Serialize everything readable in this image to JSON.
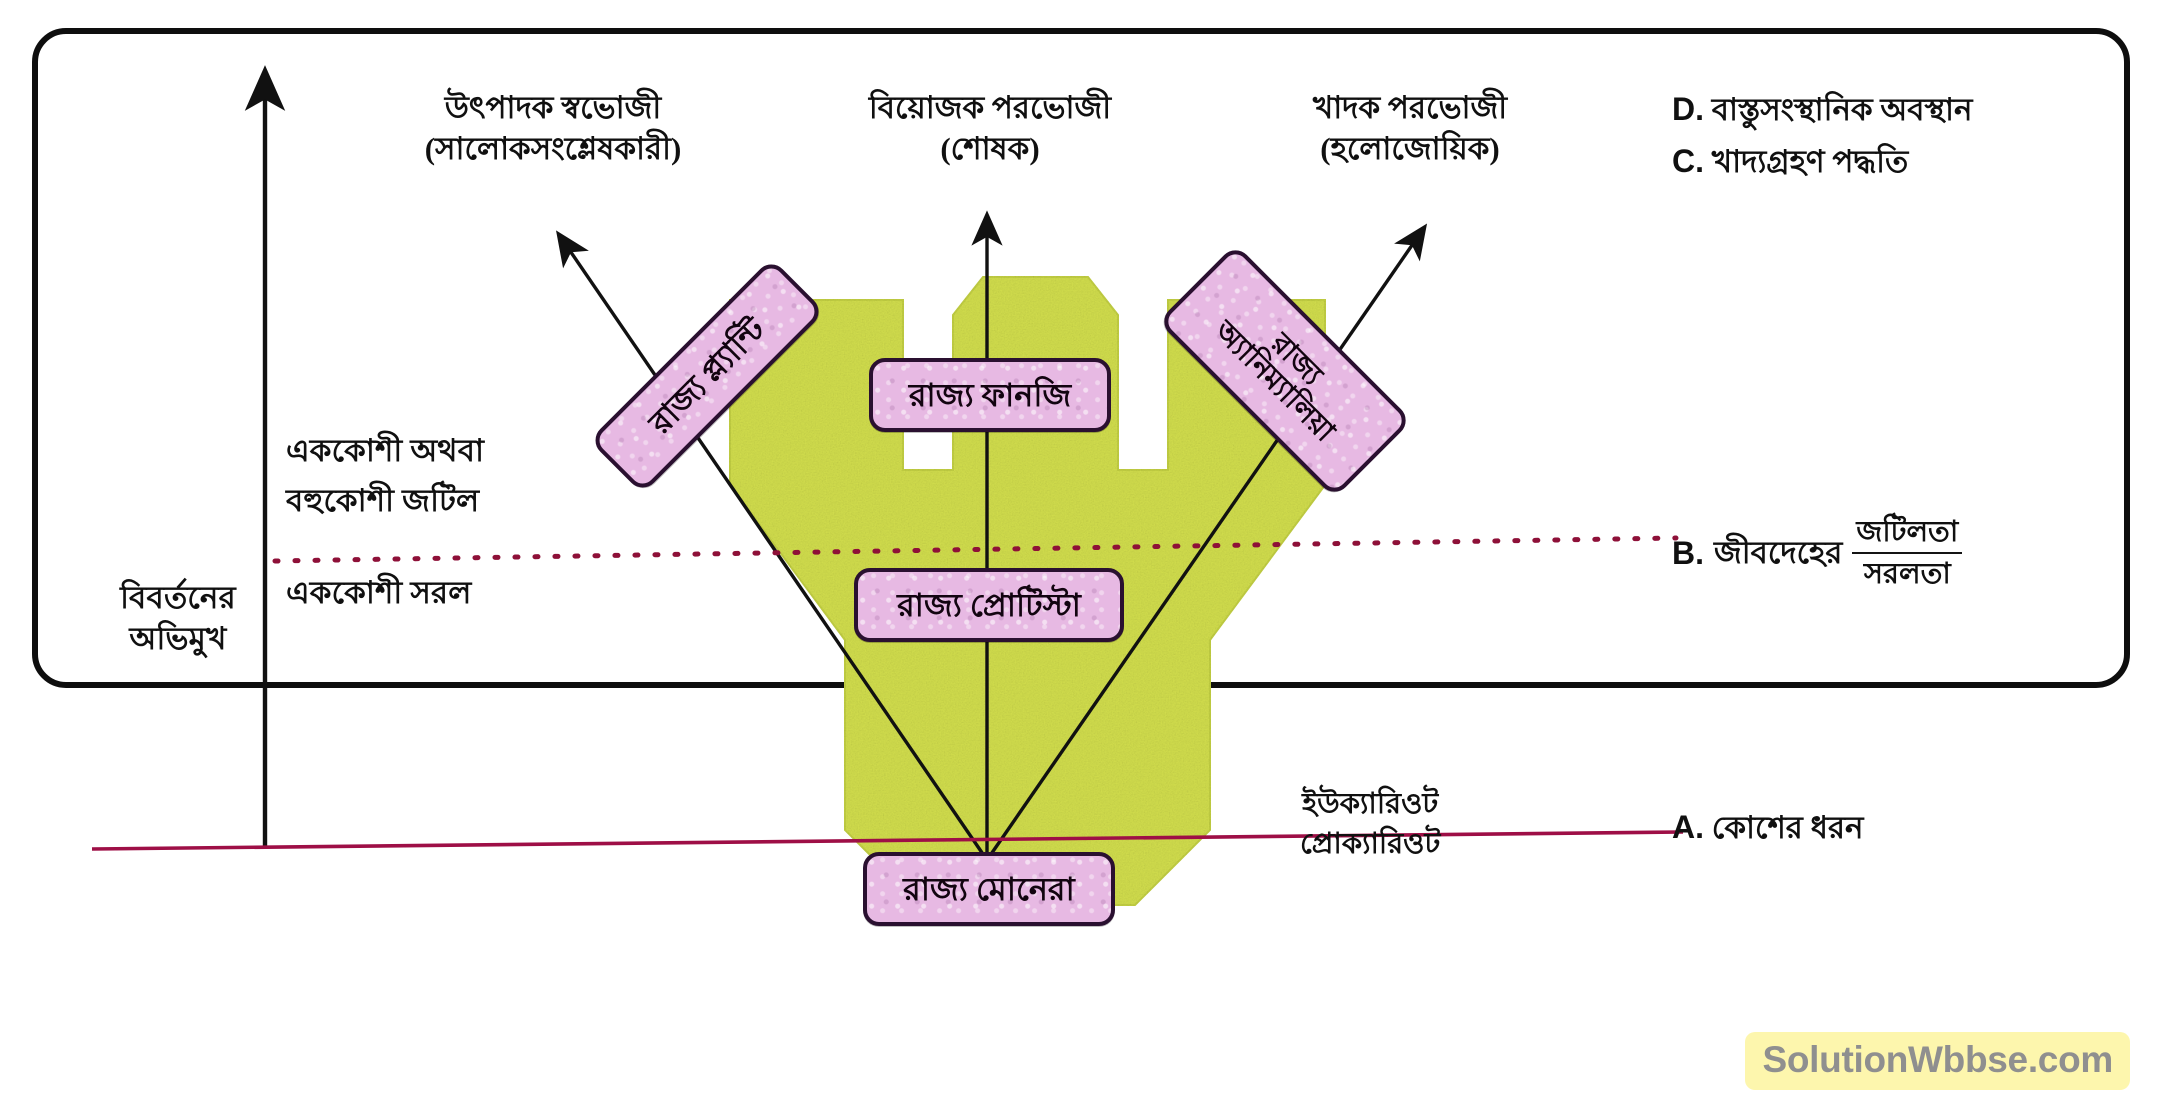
{
  "diagram": {
    "title_columns": [
      {
        "line1": "উৎপাদক স্বভোজী",
        "line2": "(সালোকসংশ্লেষকারী)"
      },
      {
        "line1": "বিয়োজক পরভোজী",
        "line2": "(শোষক)"
      },
      {
        "line1": "খাদক পরভোজী",
        "line2": "(হলোজোয়িক)"
      }
    ],
    "legend_top": [
      {
        "marker": "D.",
        "label": "বাস্তুসংস্থানিক অবস্থান"
      },
      {
        "marker": "C.",
        "label": "খাদ্যগ্রহণ পদ্ধতি"
      }
    ],
    "legend_b": {
      "marker": "B.",
      "label": "জীবদেহের",
      "frac_top": "জটিলতা",
      "frac_bottom": "সরলতা"
    },
    "legend_a": {
      "marker": "A.",
      "label": "কোশের ধরন",
      "frac_top": "ইউক্যারিওট",
      "frac_bottom": "প্রোক্যারিওট"
    },
    "y_axis_label": {
      "line1": "বিবর্তনের",
      "line2": "অভিমুখ"
    },
    "left_tiers": {
      "upper_line1": "এককোশী অথবা",
      "upper_line2": "বহুকোশী জটিল",
      "lower": "এককোশী সরল"
    },
    "kingdoms": [
      {
        "name": "রাজ্য প্ল্যান্টি",
        "id": "plantae"
      },
      {
        "name": "রাজ্য ফানজি",
        "id": "fungi"
      },
      {
        "name": "রাজ্য অ্যানিম্যালিয়া",
        "id": "animalia",
        "line1": "রাজ্য",
        "line2": "অ্যানিম্যালিয়া"
      },
      {
        "name": "রাজ্য প্রোটিস্টা",
        "id": "protista"
      },
      {
        "name": "রাজ্য মোনেরা",
        "id": "monera"
      }
    ],
    "colors": {
      "green_fill": "#d2de4d",
      "pink_fill": "#e7b9e3",
      "chip_stroke": "#2a1030",
      "dotted_line": "#8e1038",
      "solid_line": "#9e0f46",
      "ink": "#101010",
      "watermark_bg": "#fdf6ad",
      "watermark_text": "#8f8f8f"
    },
    "watermark": "SolutionWbbse.com"
  }
}
